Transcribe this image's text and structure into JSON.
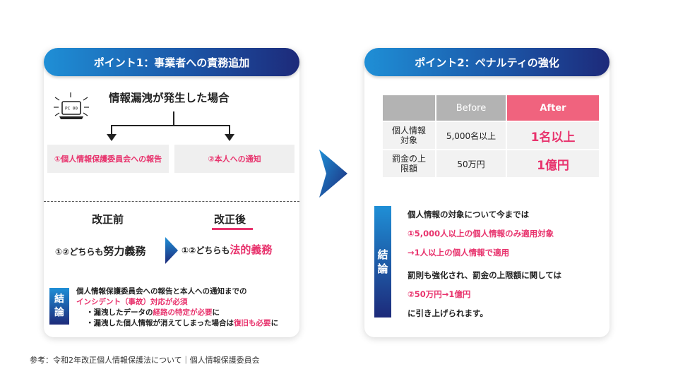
{
  "point1": {
    "title": "ポイント1：事業者への責務追加",
    "incident_label": "情報漏洩が発生した場合",
    "box1": "①個人情報保護委員会への報告",
    "box2": "②本人への通知",
    "before_label": "改正前",
    "after_label": "改正後",
    "before_prefix": "①②どちらも",
    "before_main": "努力義務",
    "after_prefix": "①②どちらも",
    "after_main": "法的義務",
    "conclusion_tag_1": "結",
    "conclusion_tag_2": "論",
    "conclusion_line1": "個人情報保護委員会への報告と本人への通知までの",
    "conclusion_line2": "インシデント（事故）対応が必須",
    "conclusion_line3_pre": "・漏洩したデータの",
    "conclusion_line3_hl": "経路の特定が必要",
    "conclusion_line3_post": "に",
    "conclusion_line4_pre": "・漏洩した個人情報が消えてしまった場合は",
    "conclusion_line4_hl": "復旧も必要",
    "conclusion_line4_post": "に",
    "laptop_screen_text": "PC 00"
  },
  "point2": {
    "title": "ポイント2：ペナルティの強化",
    "table": {
      "header_before": "Before",
      "header_after": "After",
      "rows": [
        {
          "label_1": "個人情報",
          "label_2": "対象",
          "before": "5,000名以上",
          "after": "1名以上"
        },
        {
          "label_1": "罰金の上",
          "label_2": "限額",
          "before": "50万円",
          "after": "1億円"
        }
      ]
    },
    "conclusion_tag_1": "結",
    "conclusion_tag_2": "論",
    "lines": [
      "個人情報の対象について今までは",
      "①5,000人以上の個人情報のみ適用対象",
      "→1人以上の個人情報で適用",
      "罰則も強化され、罰金の上限額に関しては",
      "②50万円→1億円",
      "に引き上げられます。"
    ]
  },
  "footer": "参考：令和2年改正個人情報保護法について｜個人情報保護委員会",
  "colors": {
    "accent_pink": "#e8336d",
    "gradient_start": "#1f8fd6",
    "gradient_end": "#1d2a7a",
    "after_header": "#f0637e"
  }
}
